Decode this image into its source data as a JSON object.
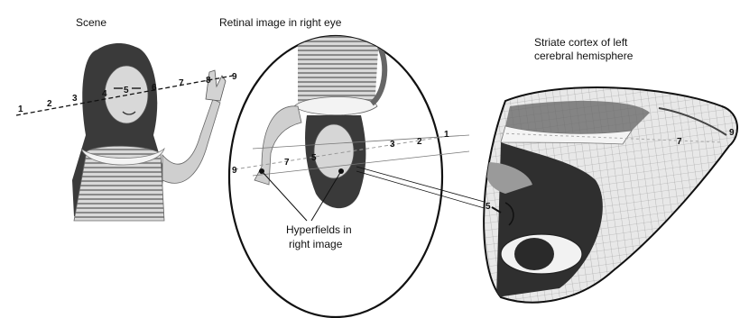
{
  "labels": {
    "scene": "Scene",
    "retinal": "Retinal image in right eye",
    "cortex_line1": "Striate cortex of left",
    "cortex_line2": "cerebral hemisphere",
    "hyper_line1": "Hyperfields in",
    "hyper_line2": "right image"
  },
  "scene_numbers": [
    "1",
    "2",
    "3",
    "4",
    "5",
    "6",
    "7",
    "8",
    "9"
  ],
  "retina_numbers": [
    "1",
    "2",
    "3",
    "5",
    "7",
    "9"
  ],
  "cortex_numbers": [
    "5",
    "7",
    "9"
  ]
}
